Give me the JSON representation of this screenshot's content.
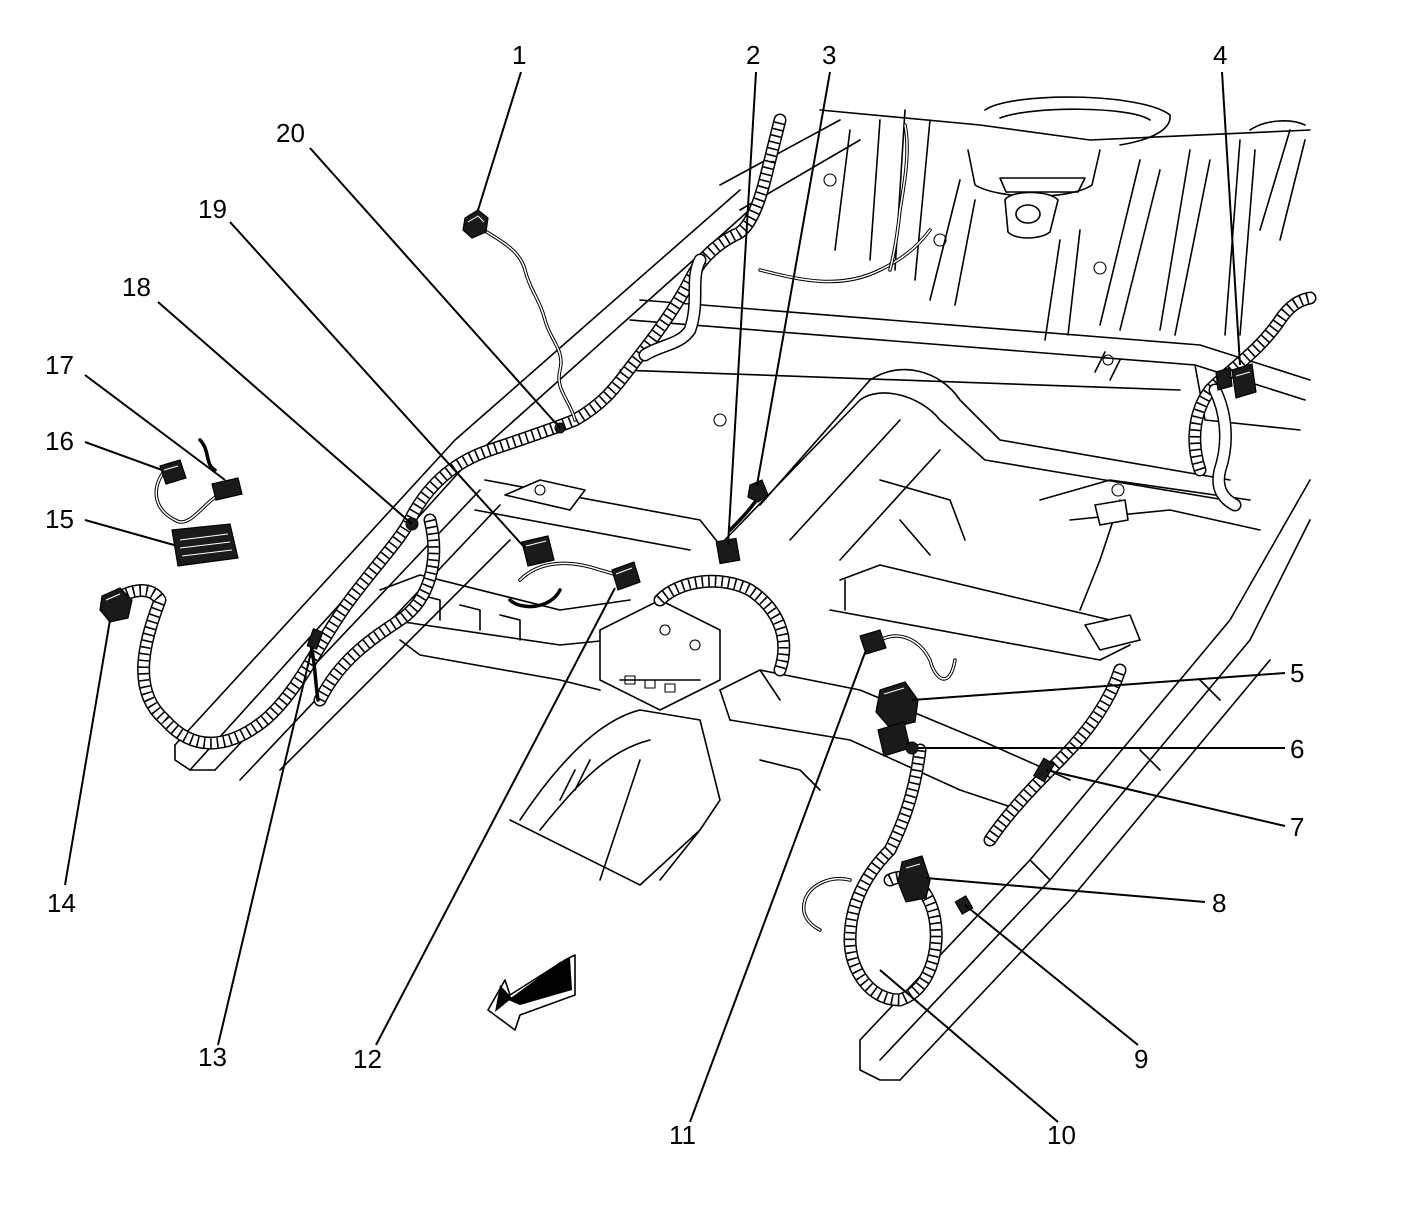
{
  "callouts": [
    {
      "id": "1",
      "text": "1"
    },
    {
      "id": "2",
      "text": "2"
    },
    {
      "id": "3",
      "text": "3"
    },
    {
      "id": "4",
      "text": "4"
    },
    {
      "id": "5",
      "text": "5"
    },
    {
      "id": "6",
      "text": "6"
    },
    {
      "id": "7",
      "text": "7"
    },
    {
      "id": "8",
      "text": "8"
    },
    {
      "id": "9",
      "text": "9"
    },
    {
      "id": "10",
      "text": "10"
    },
    {
      "id": "11",
      "text": "11"
    },
    {
      "id": "12",
      "text": "12"
    },
    {
      "id": "13",
      "text": "13"
    },
    {
      "id": "14",
      "text": "14"
    },
    {
      "id": "15",
      "text": "15"
    },
    {
      "id": "16",
      "text": "16"
    },
    {
      "id": "17",
      "text": "17"
    },
    {
      "id": "18",
      "text": "18"
    },
    {
      "id": "19",
      "text": "19"
    },
    {
      "id": "20",
      "text": "20"
    }
  ],
  "direction_arrow": "front-of-vehicle-arrow",
  "colors": {
    "ink": "#000000",
    "paper": "#ffffff"
  }
}
